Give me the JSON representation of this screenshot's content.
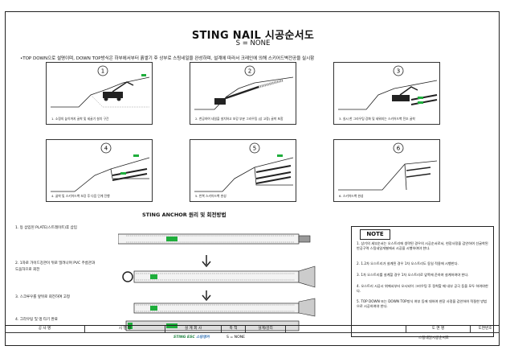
{
  "title": "STING NAIL 시공순서도",
  "scale": "S = NONE",
  "intro_note": "•TOP DOWN으로 설명이며, DOWN TOP방식은 하부에서부터 흙쌓기 후 상부로 스팅네일을 완성하며, 설계에 따라서 크레인에 의해 스키어드벽전공을 실시함",
  "panels": [
    {
      "num": "1",
      "caption": "1. 소정의 높이까지 굴착 및 세굴기 설치 구간"
    },
    {
      "num": "2",
      "caption": "2. 천공하여 네일을 설치하고 보강 부분 그라우팅 (상 고정) 굴착 포함"
    },
    {
      "num": "3",
      "caption": "3. 실시 한 그라우팅 강화 및 세워지는 스키어드벽 전조 굴착"
    },
    {
      "num": "4",
      "caption": "4. 굴착 및 스키어드벽 보강 후 다음 단계 진행"
    },
    {
      "num": "5",
      "caption": "5. 반복 스키어드벽 완성"
    },
    {
      "num": "6",
      "caption": "6. 스키어드벽 완성"
    }
  ],
  "anchor_title": "STING ANCHOR 원리 및 회전방법",
  "steps": [
    "1. 등 삽입된 PLATE(스트레이트)후 삽입",
    "2. 1차로 가이드강관이 뒤로 밀려나며 PVC 주름관과",
    "   도움하므로 회전",
    "3. 스크루우를 앞뒤로 회전하여 고정",
    "4. 그라우팅 및 앵 타기 완료"
  ],
  "note": {
    "head": "NOTE",
    "items": [
      "1. 상기의 세부순서는 오스트리에 생략된 경우의 시공순서로서, 현장사정을 감안하여 선굴착된 반공구역 스팅네일개별에서 시공을 시행하여야 한다.",
      "2. 1.2차 오스트리가 설계된 경우 1차 오스트리도 동일 적용에 시행한다.",
      "3. 1차 오스트리를 설계할 경우 1차 오스트리로 앞쪽에 준하여 설계하여야 한다.",
      "4. 오스트리 시공시 위에서부터 오시되어 그라우팅 후 정착할 때 내부 공극 등을 모두 하여야한다.",
      "5. TOP DOWN 또는 DOWN TOP방식 여부 등에 대하여 현장 사정을 감안하여 적절한 방법으로 시공하여야 한다."
    ]
  },
  "titleblock": {
    "headers": [
      "공 사 명",
      "시 행 청",
      "설 계 회 사",
      "축 척",
      "설계/감리",
      "도 면 명",
      "도면번호"
    ],
    "logo_main": "STING ESC",
    "logo_sub": " 스팅앵커",
    "scale_val": "S = NONE",
    "drawing_name": "스팅네일시공순서도"
  },
  "accent": "#1fae3c"
}
